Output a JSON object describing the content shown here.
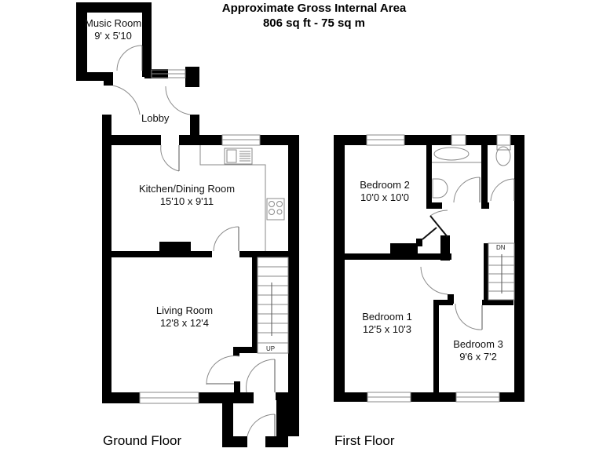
{
  "header": {
    "title": "Approximate Gross Internal Area",
    "area": "806 sq ft - 75 sq m"
  },
  "floors": [
    {
      "label": "Ground Floor",
      "rooms": [
        {
          "name": "Music Room",
          "size": "9' x 5'10"
        },
        {
          "name": "Lobby",
          "size": ""
        },
        {
          "name": "Kitchen/Dining Room",
          "size": "15'10 x 9'11"
        },
        {
          "name": "Living Room",
          "size": "12'8 x 12'4"
        }
      ],
      "stairs_label": "UP"
    },
    {
      "label": "First Floor",
      "rooms": [
        {
          "name": "Bedroom 2",
          "size": "10'0 x 10'0"
        },
        {
          "name": "Bedroom 1",
          "size": "12'5 x 10'3"
        },
        {
          "name": "Bedroom 3",
          "size": "9'6 x 7'2"
        }
      ],
      "stairs_label": "DN"
    }
  ],
  "colors": {
    "wall": "#000000",
    "line": "#8a8a8a",
    "background": "#ffffff"
  }
}
